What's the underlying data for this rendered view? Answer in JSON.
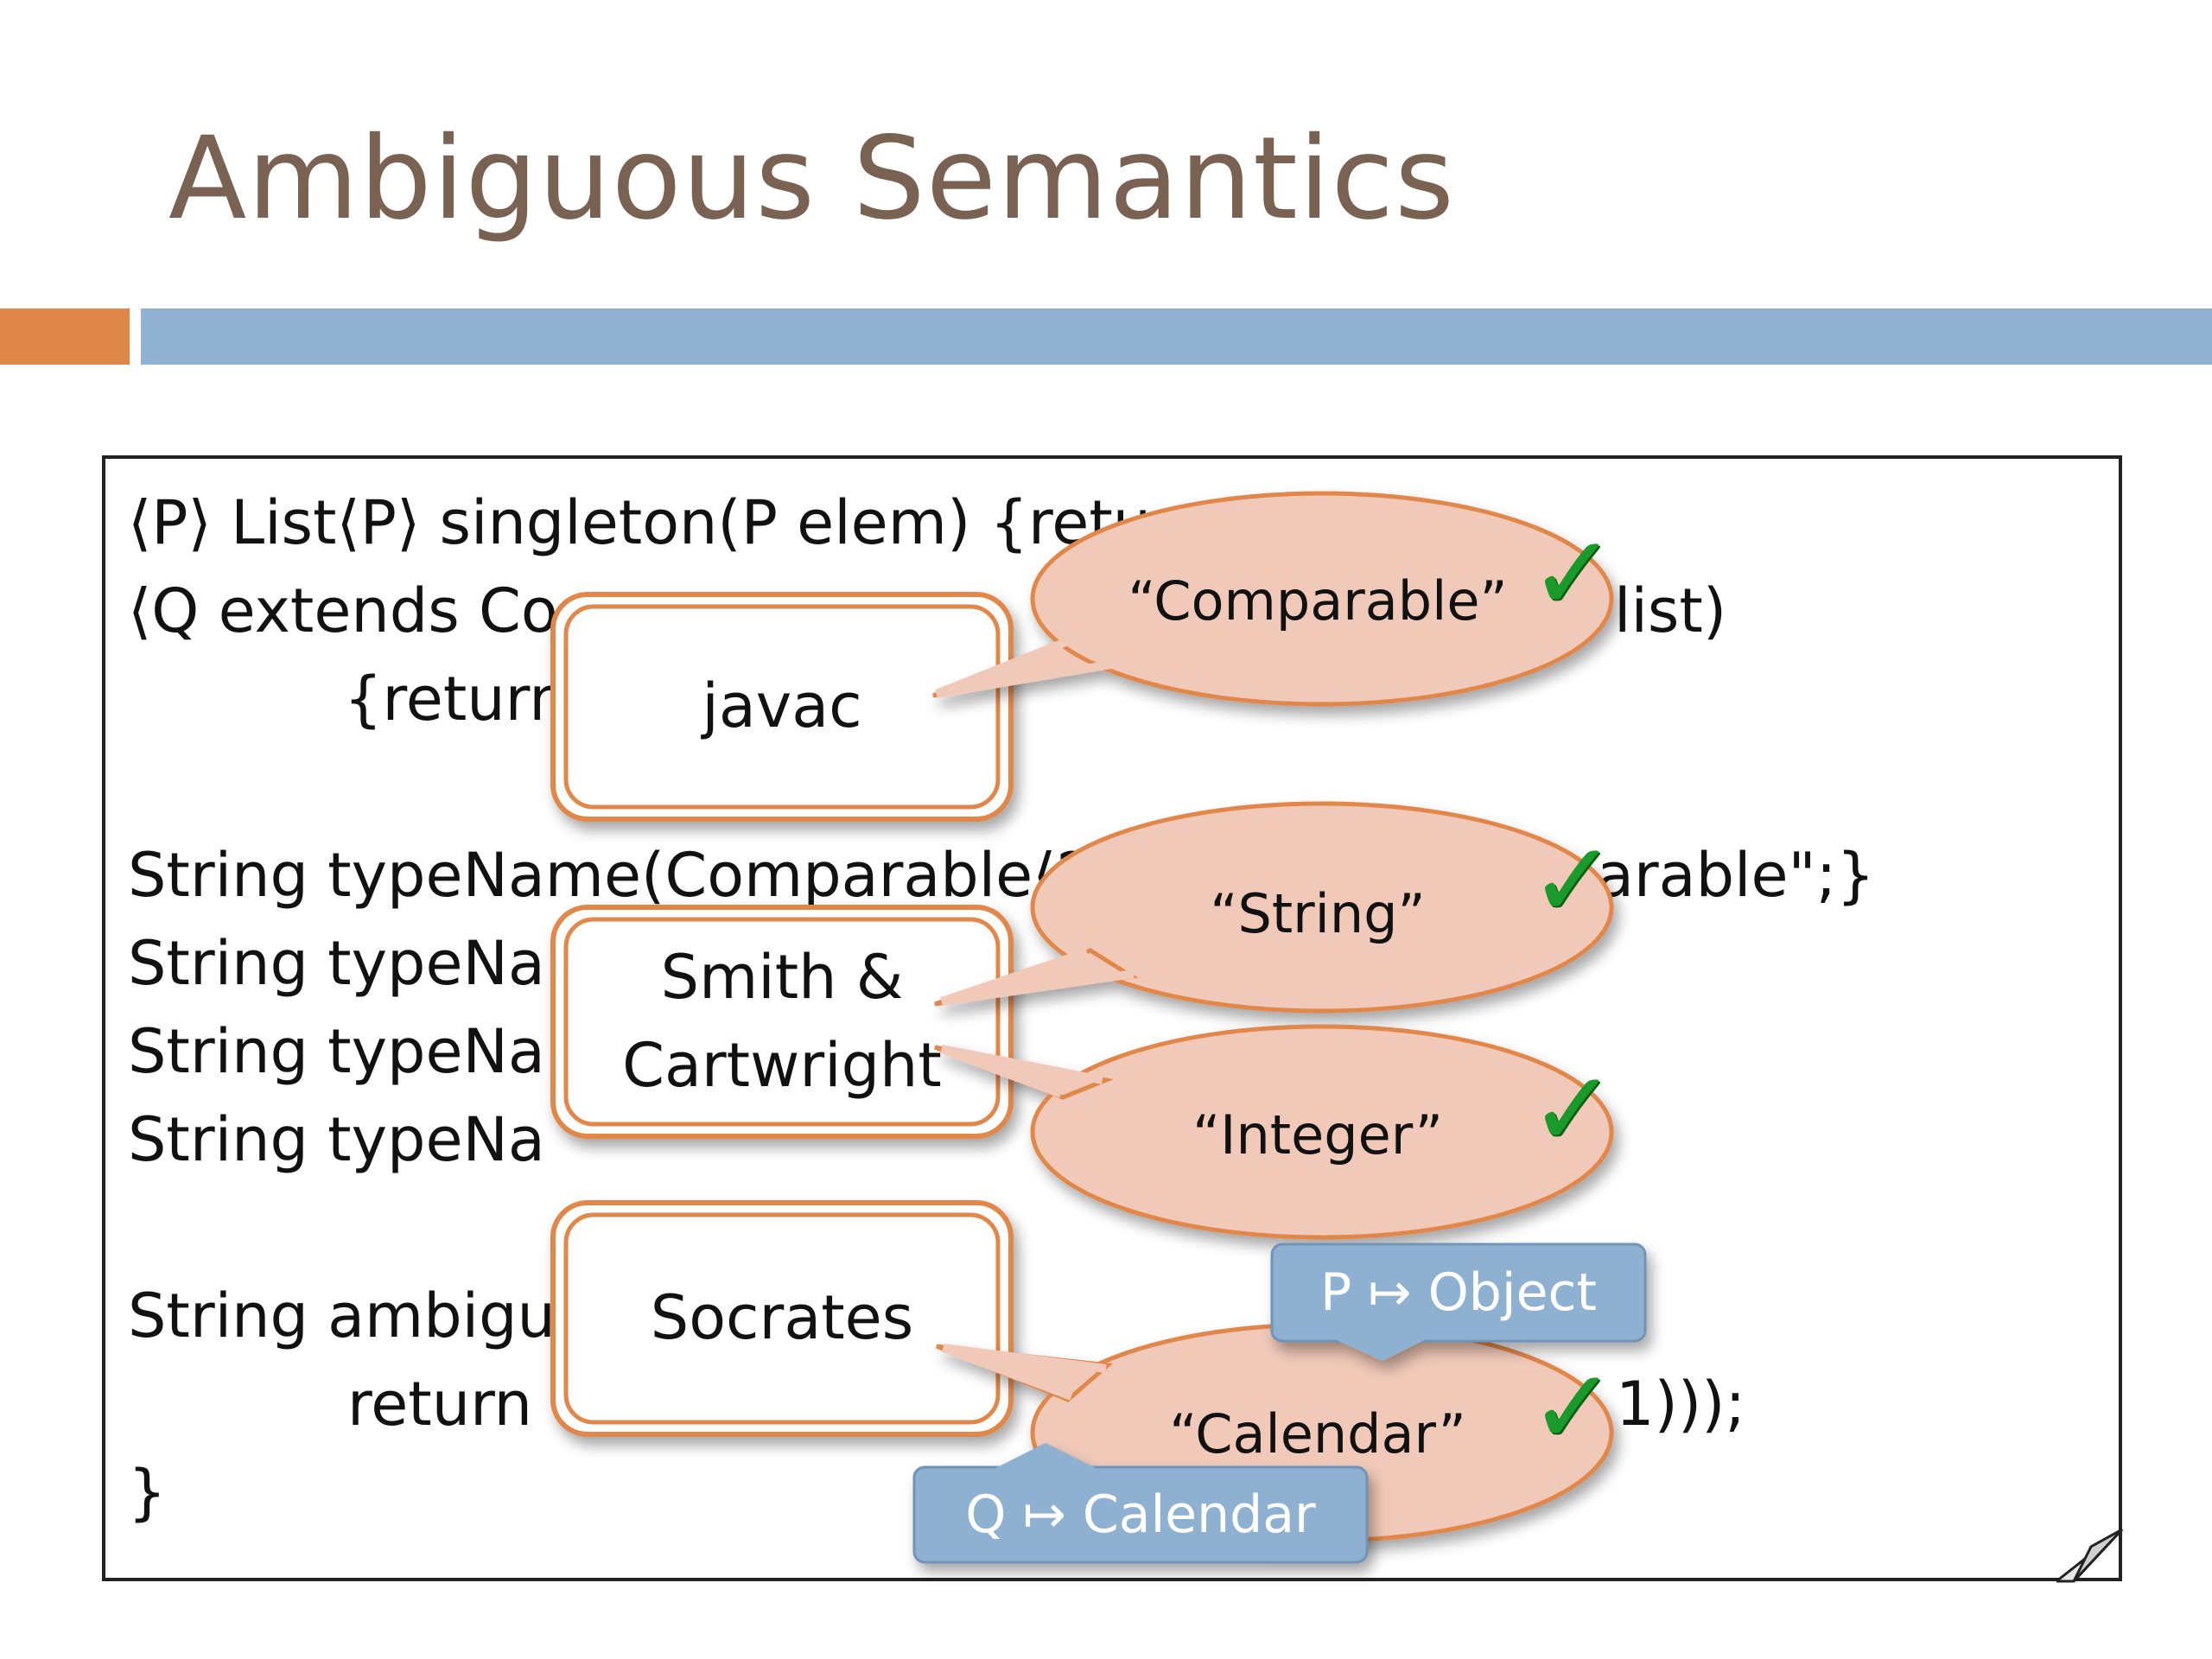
{
  "slide": {
    "title": "Ambiguous Semantics"
  },
  "code": {
    "lines": [
      "⟨P⟩ List⟨P⟩ singleton(P elem) {return",
      "⟨Q extends Co",
      "list)",
      "{return",
      "String typeName(Comparable⟨?",
      "arable\";}",
      "String typeNa",
      "String typeNa",
      "String typeNa",
      "String ambigu",
      "return t",
      "1)));",
      "}"
    ]
  },
  "boxes": {
    "javac": "javac",
    "smith_line1": "Smith &",
    "smith_line2": "Cartwright",
    "socrates": "Socrates"
  },
  "bubbles": {
    "comparable": "“Comparable”",
    "string": "“String”",
    "integer": "“Integer”",
    "calendar": "“Calendar”"
  },
  "tags": {
    "p_object": "P ↦ Object",
    "q_calendar": "Q ↦ Calendar"
  },
  "icons": {
    "check": "✓"
  },
  "colors": {
    "title": "#7a6253",
    "accent_orange": "#e0874a",
    "accent_blue": "#91b2d2",
    "bubble_fill": "#f0c9b8",
    "bubble_stroke": "#e0874a",
    "tag_fill": "#8fb1d1",
    "check": "#1a9a2a"
  }
}
